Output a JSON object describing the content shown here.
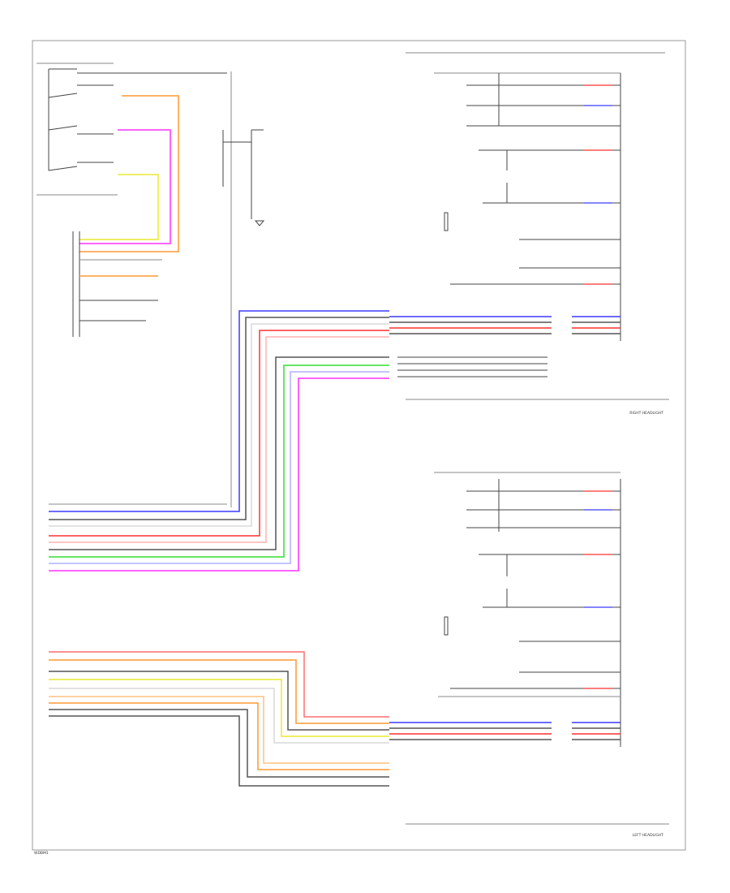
{
  "labels": {
    "footer_code": "WDBM1",
    "right_headlight_title": "RIGHT HEADLIGHT",
    "left_headlight_title": "LEFT HEADLIGHT",
    "right_level_label": "RIGHT HEADLIGHT",
    "left_level_label": "LEFT HEADLIGHT"
  },
  "colors": {
    "blue": "#3a3aff",
    "red": "#ff3030",
    "pink": "#ff6f6f",
    "magenta": "#ff30ff",
    "green": "#33dd33",
    "orange": "#ff9933",
    "yellow": "#e8e830",
    "lightgray": "#d8d8d8",
    "darkgray": "#555555"
  }
}
